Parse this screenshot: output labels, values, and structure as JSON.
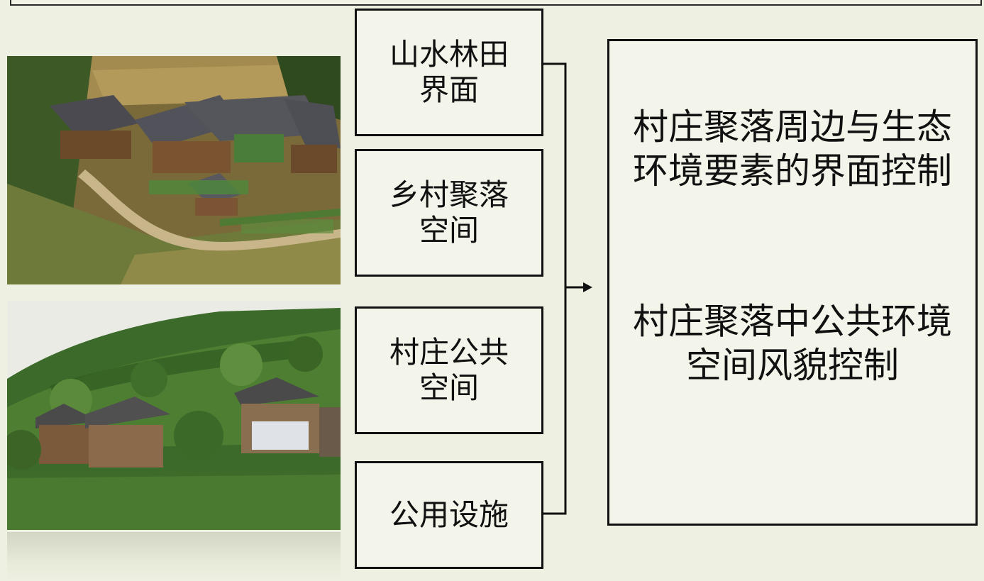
{
  "sources": [
    {
      "id": "s1",
      "label": "山水林田\n界面"
    },
    {
      "id": "s2",
      "label": "乡村聚落\n空间"
    },
    {
      "id": "s3",
      "label": "村庄公共\n空间"
    },
    {
      "id": "s4",
      "label": "公用设施"
    }
  ],
  "targets": [
    {
      "id": "t1",
      "label": "村庄聚落周边与生态环境要素的界面控制"
    },
    {
      "id": "t2",
      "label": "村庄聚落中公共环境空间风貌控制"
    }
  ],
  "photos": [
    {
      "id": "p1",
      "subject": "hillside village houses aerial view"
    },
    {
      "id": "p2",
      "subject": "wooden village houses below forested hill"
    }
  ],
  "colors": {
    "background": "#eef0e1",
    "border": "#111111"
  }
}
